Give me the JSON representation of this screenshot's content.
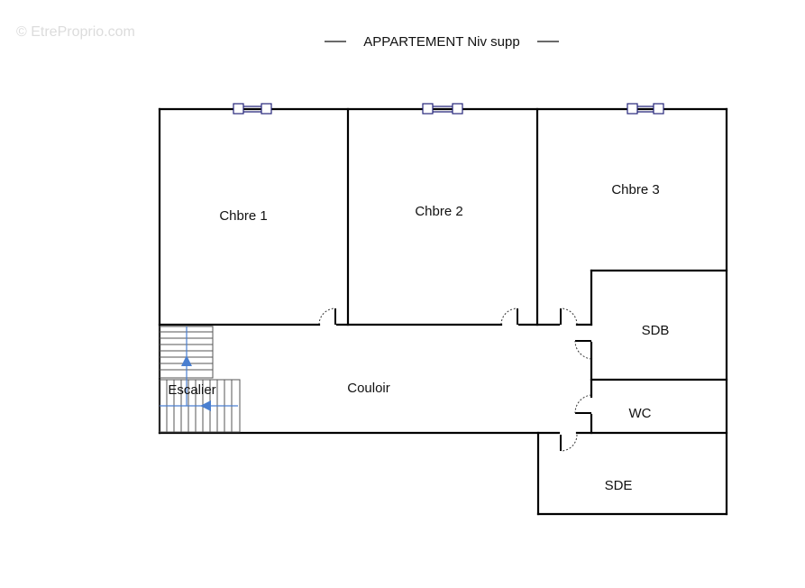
{
  "watermark": "© EtreProprio.com",
  "title": "APPARTEMENT Niv supp",
  "rooms": {
    "chbre1": "Chbre 1",
    "chbre2": "Chbre 2",
    "chbre3": "Chbre 3",
    "sdb": "SDB",
    "wc": "WC",
    "sde": "SDE",
    "couloir": "Couloir",
    "escalier": "Escalier"
  },
  "colors": {
    "walls": "#000000",
    "stair_arrow": "#4a7fd0",
    "window": "#24247a",
    "watermark": "#dcdcdc"
  }
}
